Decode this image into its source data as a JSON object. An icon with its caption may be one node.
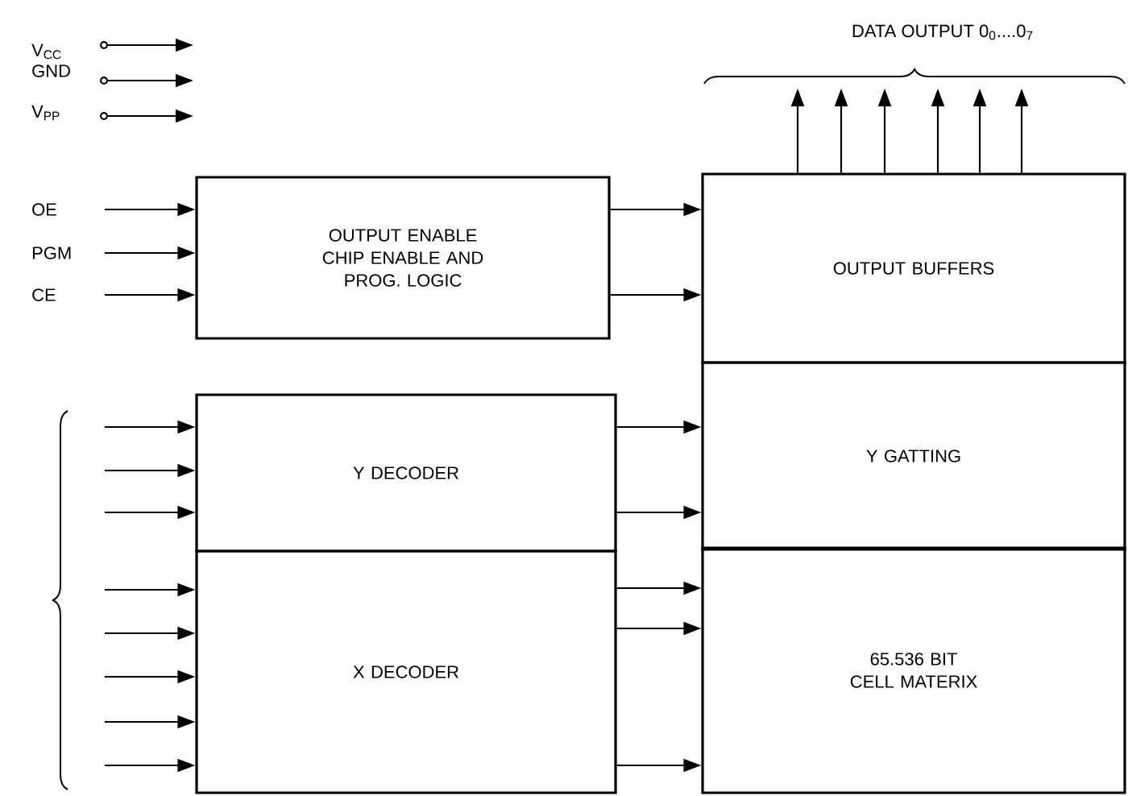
{
  "diagram": {
    "nodes": [
      {
        "text": [
          "OE"
        ]
      },
      {
        "text": [
          "PGM"
        ]
      },
      {
        "text": [
          "CE"
        ]
      },
      {
        "text": [
          "OUTPUT ENABLE CHIP ENABLE AND PROG. LOGIC"
        ]
      },
      {
        "text": [
          "OUTPUT BUFFERS"
        ]
      },
      {
        "text": [
          "Y DECODER"
        ]
      },
      {
        "text": [
          "Y GATTING"
        ]
      },
      {
        "text": [
          "X DECODER"
        ]
      },
      {
        "text": [
          "65.536 BIT CELL MATERIX"
        ]
      }
    ],
    "edges": [
      {
        "from": 0,
        "to": 3,
        "arrow": "to"
      },
      {
        "from": 1,
        "to": 3,
        "arrow": "to"
      },
      {
        "from": 2,
        "to": 3,
        "arrow": "to"
      },
      {
        "from": 3,
        "to": 4,
        "arrow": "to"
      },
      {
        "from": 3,
        "to": 4,
        "arrow": "to"
      },
      {
        "from": 4,
        "to": null,
        "arrow": "to"
      },
      {
        "from": 4,
        "to": null,
        "arrow": "to"
      },
      {
        "from": 4,
        "to": null,
        "arrow": "to"
      },
      {
        "from": 4,
        "to": null,
        "arrow": "to"
      },
      {
        "from": 4,
        "to": null,
        "arrow": "to"
      },
      {
        "from": 4,
        "to": null,
        "arrow": "to"
      },
      {
        "from": null,
        "to": 5,
        "arrow": "to"
      },
      {
        "from": null,
        "to": 5,
        "arrow": "to"
      },
      {
        "from": null,
        "to": 5,
        "arrow": "to"
      },
      {
        "from": 5,
        "to": 6,
        "arrow": "to"
      },
      {
        "from": 5,
        "to": 6,
        "arrow": "to"
      },
      {
        "from": null,
        "to": 7,
        "arrow": "to"
      },
      {
        "from": null,
        "to": 7,
        "arrow": "to"
      },
      {
        "from": null,
        "to": 7,
        "arrow": "to"
      },
      {
        "from": null,
        "to": 7,
        "arrow": "to"
      },
      {
        "from": null,
        "to": 7,
        "arrow": "to"
      },
      {
        "from": 7,
        "to": 8,
        "arrow": "to"
      },
      {
        "from": 7,
        "to": 8,
        "arrow": "to"
      },
      {
        "from": 7,
        "to": 8,
        "arrow": "to"
      }
    ],
    "labels": [
      "V$_{CC}$",
      "GND",
      "V$_{PP}$",
      "DATA OUTPUT 0$_{0}$....0$_{7}$"
    ]
  }
}
